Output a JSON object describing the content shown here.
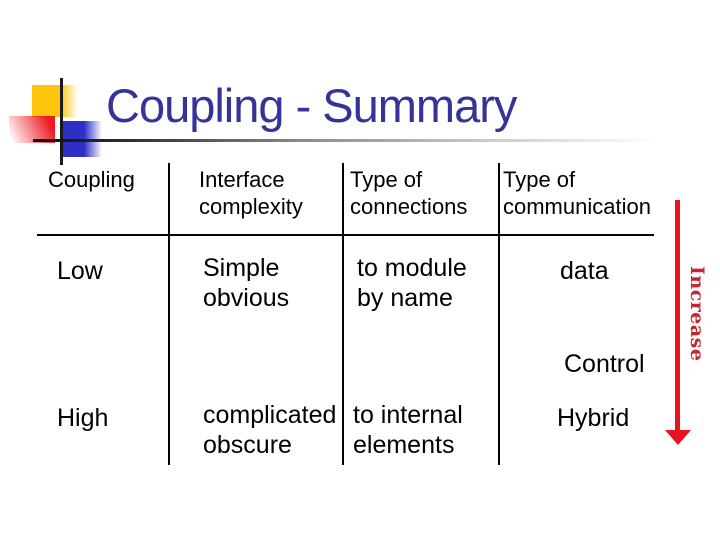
{
  "slide_title": "Coupling - Summary",
  "colors": {
    "title": "#333399",
    "arrow_red": "#e8131c",
    "increase_text": "#c4272e",
    "logo_yellow": "#ffc40c",
    "logo_red": "#ed1c24",
    "logo_blue": "#2d2fc5",
    "table_text": "#000000"
  },
  "table": {
    "headers": [
      "Coupling",
      "Interface\ncomplexity",
      "Type of\nconnections",
      "Type of\ncommunication"
    ],
    "rows": [
      {
        "coupling": "Low",
        "interface_complexity": "Simple\nobvious",
        "type_of_connections": "to module\nby name",
        "type_of_communication": "data"
      },
      {
        "type_of_communication": "Control"
      },
      {
        "coupling": "High",
        "interface_complexity": "complicated\nobscure",
        "type_of_connections": "to internal\nelements",
        "type_of_communication": "Hybrid"
      }
    ]
  },
  "arrow_label": "Increase"
}
